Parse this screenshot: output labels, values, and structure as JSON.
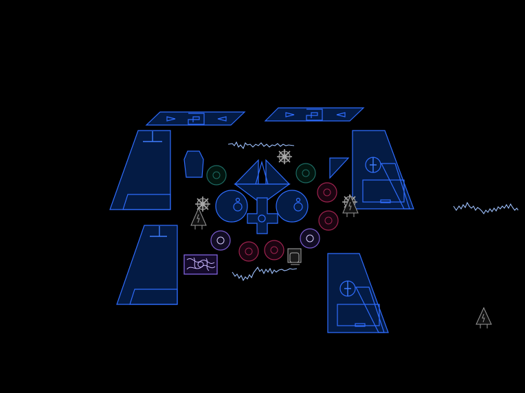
{
  "colors": {
    "background": "#000000",
    "panel_fill": "#041b44",
    "panel_stroke": "#2f6dff",
    "electric_arc": "#9fc2ff",
    "teal_orb": "#1d6b63",
    "crimson_orb": "#a0234f",
    "violet_orb": "#7a5cd0",
    "grey_element": "#9a9a9a"
  },
  "icons": [
    "shield-icon",
    "gear-icon",
    "keyhole-icon",
    "cross-emblem-icon",
    "rocket-icon",
    "crystal-icon",
    "triangle-marker-icon",
    "banner-arrow-icon"
  ],
  "orbs": [
    {
      "kind": "teal"
    },
    {
      "kind": "teal"
    },
    {
      "kind": "crimson"
    },
    {
      "kind": "crimson"
    },
    {
      "kind": "crimson"
    },
    {
      "kind": "crimson"
    },
    {
      "kind": "violet"
    },
    {
      "kind": "violet"
    }
  ]
}
